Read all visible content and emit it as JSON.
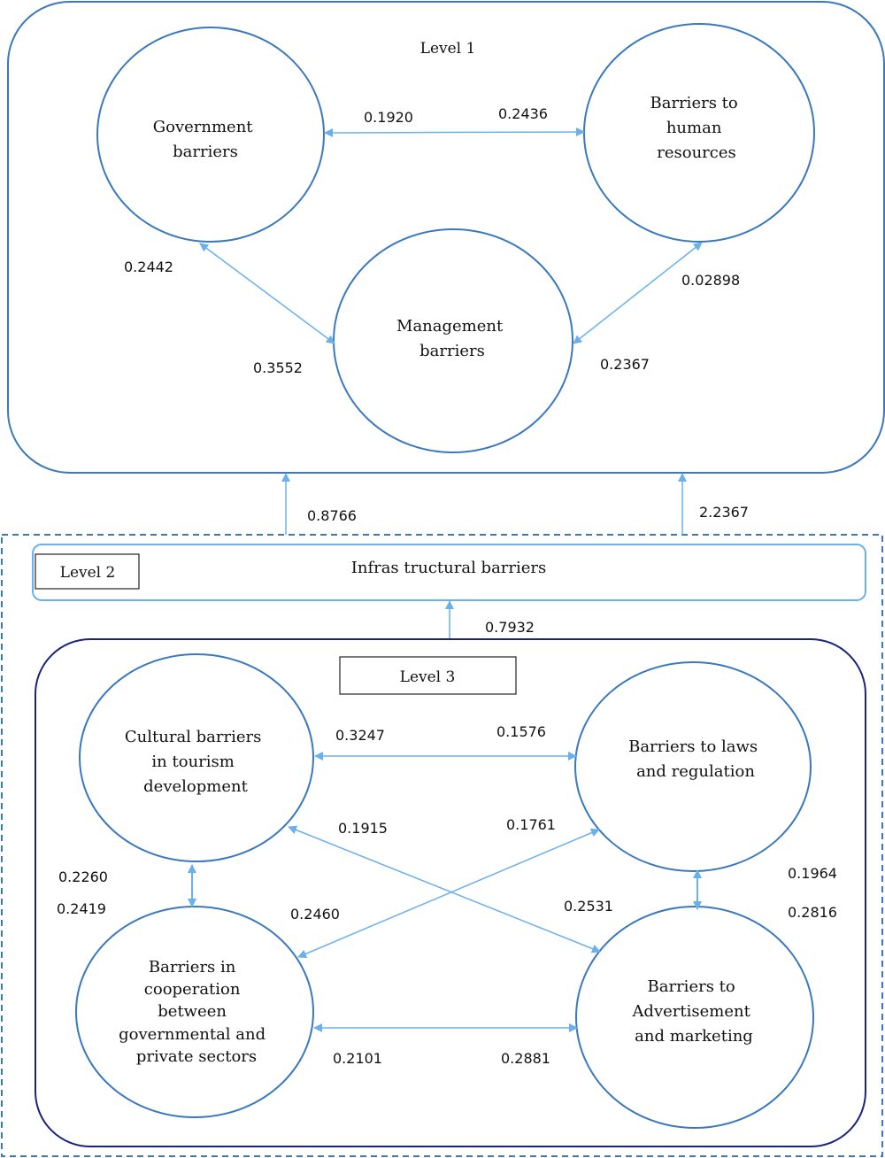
{
  "colors": {
    "circle_stroke": "#3a78bf",
    "level1_border": "#3a78bf",
    "level3_border": "#1a237e",
    "dashed_border": "#3a78bf",
    "arrow": "#6ab0ec",
    "level_box_border": "#222222"
  },
  "level1": {
    "label": "Level 1",
    "nodes": {
      "government": [
        "Government",
        "barriers"
      ],
      "human_resources": [
        "Barriers to",
        "human",
        "resources"
      ],
      "management": [
        "Management",
        "barriers"
      ]
    },
    "edges": {
      "gov_hr": [
        "0.1920",
        "0.2436"
      ],
      "gov_mgmt": [
        "0.2442",
        "0.3552"
      ],
      "hr_mgmt": [
        "0.02898",
        "0.2367"
      ]
    }
  },
  "level2": {
    "label": "Level 2",
    "node": "Infras tructural barriers",
    "up_left": "0.8766",
    "up_right": "2.2367",
    "from_level3": "0.7932"
  },
  "level3": {
    "label": "Level 3",
    "nodes": {
      "cultural": [
        "Cultural barriers",
        "in tourism",
        "development"
      ],
      "laws": [
        "Barriers to laws",
        "and regulation"
      ],
      "cooperation": [
        "Barriers in",
        "cooperation",
        "between",
        "governmental and",
        "private sectors"
      ],
      "advertisement": [
        "Barriers to",
        "Advertisement",
        "and marketing"
      ]
    },
    "edges": {
      "cultural_laws": [
        "0.3247",
        "0.1576"
      ],
      "cultural_advert": [
        "0.1915",
        "0.2531"
      ],
      "laws_coop": [
        "0.1761",
        "0.2460"
      ],
      "cultural_coop": [
        "0.2260",
        "0.2419"
      ],
      "laws_advert": [
        "0.1964",
        "0.2816"
      ],
      "coop_advert": [
        "0.2101",
        "0.2881"
      ]
    }
  }
}
